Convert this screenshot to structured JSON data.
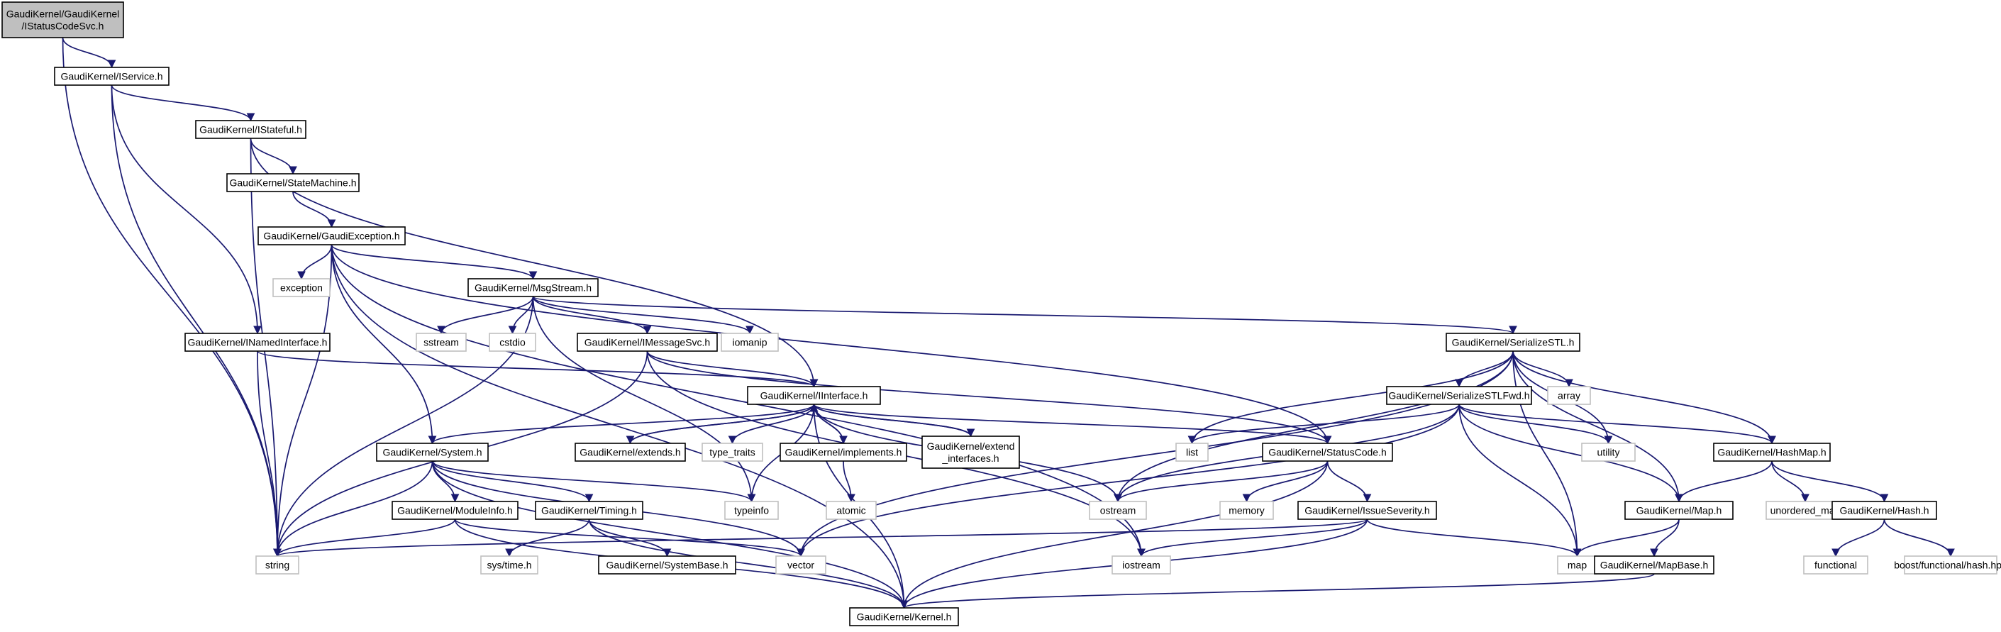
{
  "graph": {
    "nodes": [
      {
        "id": "root",
        "lines": [
          "GaudiKernel/GaudiKernel",
          "/IStatusCodeSvc.h"
        ],
        "kind": "root"
      },
      {
        "id": "iservice",
        "lines": [
          "GaudiKernel/IService.h"
        ],
        "kind": "header"
      },
      {
        "id": "istateful",
        "lines": [
          "GaudiKernel/IStateful.h"
        ],
        "kind": "header"
      },
      {
        "id": "statemachine",
        "lines": [
          "GaudiKernel/StateMachine.h"
        ],
        "kind": "header"
      },
      {
        "id": "gaudiexception",
        "lines": [
          "GaudiKernel/GaudiException.h"
        ],
        "kind": "header"
      },
      {
        "id": "exception",
        "lines": [
          "exception"
        ],
        "kind": "system"
      },
      {
        "id": "msgstream",
        "lines": [
          "GaudiKernel/MsgStream.h"
        ],
        "kind": "header"
      },
      {
        "id": "inamedinterface",
        "lines": [
          "GaudiKernel/INamedInterface.h"
        ],
        "kind": "header"
      },
      {
        "id": "sstream",
        "lines": [
          "sstream"
        ],
        "kind": "system"
      },
      {
        "id": "cstdio",
        "lines": [
          "cstdio"
        ],
        "kind": "system"
      },
      {
        "id": "imessagesvc",
        "lines": [
          "GaudiKernel/IMessageSvc.h"
        ],
        "kind": "header"
      },
      {
        "id": "iomanip",
        "lines": [
          "iomanip"
        ],
        "kind": "system"
      },
      {
        "id": "serializestl",
        "lines": [
          "GaudiKernel/SerializeSTL.h"
        ],
        "kind": "header"
      },
      {
        "id": "iinterface",
        "lines": [
          "GaudiKernel/IInterface.h"
        ],
        "kind": "header"
      },
      {
        "id": "serializestlfwd",
        "lines": [
          "GaudiKernel/SerializeSTLFwd.h"
        ],
        "kind": "header"
      },
      {
        "id": "array",
        "lines": [
          "array"
        ],
        "kind": "system"
      },
      {
        "id": "system",
        "lines": [
          "GaudiKernel/System.h"
        ],
        "kind": "header"
      },
      {
        "id": "extends",
        "lines": [
          "GaudiKernel/extends.h"
        ],
        "kind": "header"
      },
      {
        "id": "type_traits",
        "lines": [
          "type_traits"
        ],
        "kind": "system"
      },
      {
        "id": "implements",
        "lines": [
          "GaudiKernel/implements.h"
        ],
        "kind": "header"
      },
      {
        "id": "extend_interfaces",
        "lines": [
          "GaudiKernel/extend",
          "_interfaces.h"
        ],
        "kind": "header"
      },
      {
        "id": "list",
        "lines": [
          "list"
        ],
        "kind": "system"
      },
      {
        "id": "statuscode",
        "lines": [
          "GaudiKernel/StatusCode.h"
        ],
        "kind": "header"
      },
      {
        "id": "utility",
        "lines": [
          "utility"
        ],
        "kind": "system"
      },
      {
        "id": "hashmap",
        "lines": [
          "GaudiKernel/HashMap.h"
        ],
        "kind": "header"
      },
      {
        "id": "typeinfo",
        "lines": [
          "typeinfo"
        ],
        "kind": "system"
      },
      {
        "id": "atomic",
        "lines": [
          "atomic"
        ],
        "kind": "system"
      },
      {
        "id": "ostream",
        "lines": [
          "ostream"
        ],
        "kind": "system"
      },
      {
        "id": "memory",
        "lines": [
          "memory"
        ],
        "kind": "system"
      },
      {
        "id": "unordered_map",
        "lines": [
          "unordered_map"
        ],
        "kind": "system"
      },
      {
        "id": "moduleinfo",
        "lines": [
          "GaudiKernel/ModuleInfo.h"
        ],
        "kind": "header"
      },
      {
        "id": "timing",
        "lines": [
          "GaudiKernel/Timing.h"
        ],
        "kind": "header"
      },
      {
        "id": "issueseverity",
        "lines": [
          "GaudiKernel/IssueSeverity.h"
        ],
        "kind": "header"
      },
      {
        "id": "map_h",
        "lines": [
          "GaudiKernel/Map.h"
        ],
        "kind": "header"
      },
      {
        "id": "hash",
        "lines": [
          "GaudiKernel/Hash.h"
        ],
        "kind": "header"
      },
      {
        "id": "string",
        "lines": [
          "string"
        ],
        "kind": "system"
      },
      {
        "id": "systime",
        "lines": [
          "sys/time.h"
        ],
        "kind": "system"
      },
      {
        "id": "vector",
        "lines": [
          "vector"
        ],
        "kind": "system"
      },
      {
        "id": "iostream",
        "lines": [
          "iostream"
        ],
        "kind": "system"
      },
      {
        "id": "map",
        "lines": [
          "map"
        ],
        "kind": "system"
      },
      {
        "id": "functional",
        "lines": [
          "functional"
        ],
        "kind": "system"
      },
      {
        "id": "boosthash",
        "lines": [
          "boost/functional/hash.hpp"
        ],
        "kind": "system"
      },
      {
        "id": "systembase",
        "lines": [
          "GaudiKernel/SystemBase.h"
        ],
        "kind": "header"
      },
      {
        "id": "mapbase",
        "lines": [
          "GaudiKernel/MapBase.h"
        ],
        "kind": "header"
      },
      {
        "id": "kernel",
        "lines": [
          "GaudiKernel/Kernel.h"
        ],
        "kind": "header"
      }
    ],
    "edges": [
      [
        "root",
        "iservice"
      ],
      [
        "root",
        "string"
      ],
      [
        "iservice",
        "istateful"
      ],
      [
        "iservice",
        "string"
      ],
      [
        "iservice",
        "inamedinterface"
      ],
      [
        "istateful",
        "statemachine"
      ],
      [
        "istateful",
        "string"
      ],
      [
        "istateful",
        "iinterface"
      ],
      [
        "statemachine",
        "gaudiexception"
      ],
      [
        "gaudiexception",
        "exception"
      ],
      [
        "gaudiexception",
        "msgstream"
      ],
      [
        "gaudiexception",
        "string"
      ],
      [
        "gaudiexception",
        "kernel"
      ],
      [
        "gaudiexception",
        "system"
      ],
      [
        "gaudiexception",
        "statuscode"
      ],
      [
        "gaudiexception",
        "iostream"
      ],
      [
        "msgstream",
        "sstream"
      ],
      [
        "msgstream",
        "cstdio"
      ],
      [
        "msgstream",
        "imessagesvc"
      ],
      [
        "msgstream",
        "iomanip"
      ],
      [
        "msgstream",
        "serializestl"
      ],
      [
        "msgstream",
        "string"
      ],
      [
        "msgstream",
        "typeinfo"
      ],
      [
        "inamedinterface",
        "iinterface"
      ],
      [
        "inamedinterface",
        "string"
      ],
      [
        "imessagesvc",
        "iinterface"
      ],
      [
        "imessagesvc",
        "string"
      ],
      [
        "imessagesvc",
        "iostream"
      ],
      [
        "imessagesvc",
        "statuscode"
      ],
      [
        "serializestl",
        "serializestlfwd"
      ],
      [
        "serializestl",
        "array"
      ],
      [
        "serializestl",
        "list"
      ],
      [
        "serializestl",
        "utility"
      ],
      [
        "serializestl",
        "hashmap"
      ],
      [
        "serializestl",
        "map"
      ],
      [
        "serializestl",
        "map_h"
      ],
      [
        "serializestl",
        "ostream"
      ],
      [
        "serializestl",
        "vector"
      ],
      [
        "iinterface",
        "system"
      ],
      [
        "iinterface",
        "extends"
      ],
      [
        "iinterface",
        "type_traits"
      ],
      [
        "iinterface",
        "implements"
      ],
      [
        "iinterface",
        "extend_interfaces"
      ],
      [
        "iinterface",
        "statuscode"
      ],
      [
        "iinterface",
        "ostream"
      ],
      [
        "iinterface",
        "kernel"
      ],
      [
        "iinterface",
        "typeinfo"
      ],
      [
        "extends",
        "iinterface"
      ],
      [
        "implements",
        "iinterface"
      ],
      [
        "extend_interfaces",
        "iinterface"
      ],
      [
        "implements",
        "atomic"
      ],
      [
        "serializestlfwd",
        "list"
      ],
      [
        "serializestlfwd",
        "utility"
      ],
      [
        "serializestlfwd",
        "hashmap"
      ],
      [
        "serializestlfwd",
        "map_h"
      ],
      [
        "serializestlfwd",
        "map"
      ],
      [
        "serializestlfwd",
        "ostream"
      ],
      [
        "serializestlfwd",
        "vector"
      ],
      [
        "system",
        "moduleinfo"
      ],
      [
        "system",
        "timing"
      ],
      [
        "system",
        "string"
      ],
      [
        "system",
        "typeinfo"
      ],
      [
        "system",
        "vector"
      ],
      [
        "system",
        "kernel"
      ],
      [
        "moduleinfo",
        "string"
      ],
      [
        "moduleinfo",
        "vector"
      ],
      [
        "moduleinfo",
        "kernel"
      ],
      [
        "timing",
        "systime"
      ],
      [
        "timing",
        "systembase"
      ],
      [
        "timing",
        "kernel"
      ],
      [
        "statuscode",
        "ostream"
      ],
      [
        "statuscode",
        "memory"
      ],
      [
        "statuscode",
        "issueseverity"
      ],
      [
        "statuscode",
        "kernel"
      ],
      [
        "issueseverity",
        "map"
      ],
      [
        "issueseverity",
        "string"
      ],
      [
        "issueseverity",
        "iostream"
      ],
      [
        "issueseverity",
        "kernel"
      ],
      [
        "hashmap",
        "unordered_map"
      ],
      [
        "hashmap",
        "map_h"
      ],
      [
        "hashmap",
        "hash"
      ],
      [
        "map_h",
        "map"
      ],
      [
        "map_h",
        "mapbase"
      ],
      [
        "hash",
        "functional"
      ],
      [
        "hash",
        "boosthash"
      ],
      [
        "mapbase",
        "kernel"
      ]
    ]
  }
}
